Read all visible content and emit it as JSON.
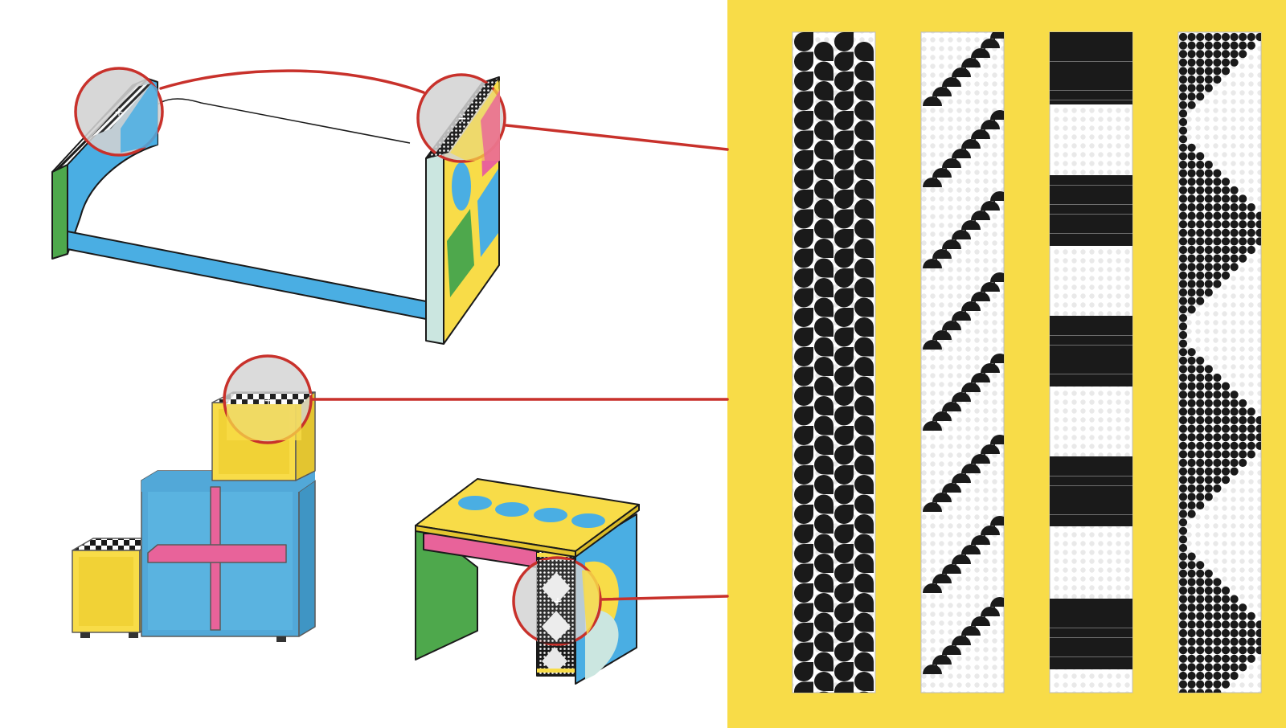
{
  "colors": {
    "red": "#c8312b",
    "yellow": "#f8dc48",
    "blue": "#4aaee3",
    "pink": "#e8639a",
    "green": "#4ea84c",
    "mint": "#cbe6e0",
    "black": "#1a1a1a",
    "lens_fill": "#d2d2d2",
    "strip_bg": "#ffffff",
    "dot_faint": "#e6e6e6"
  },
  "furniture": [
    {
      "name": "bed-frame",
      "parts": [
        "green-end-panel",
        "blue-curved-headboard",
        "blue-side-rail",
        "patterned-footboard"
      ]
    },
    {
      "name": "cube-shelving",
      "parts": [
        "yellow-small-cube",
        "blue-four-cube-unit",
        "pink-cross-divider",
        "yellow-top-cube"
      ]
    },
    {
      "name": "desk",
      "parts": [
        "yellow-top-with-blue-ovals",
        "pink-shelf",
        "green-side-panel",
        "blue-side-panel",
        "patterned-front-strip"
      ]
    }
  ],
  "pattern_strips": [
    {
      "name": "teardrop-pattern"
    },
    {
      "name": "diagonal-quarter-circle-pattern"
    },
    {
      "name": "horizontal-band-pattern"
    },
    {
      "name": "triangle-dot-pattern"
    }
  ]
}
